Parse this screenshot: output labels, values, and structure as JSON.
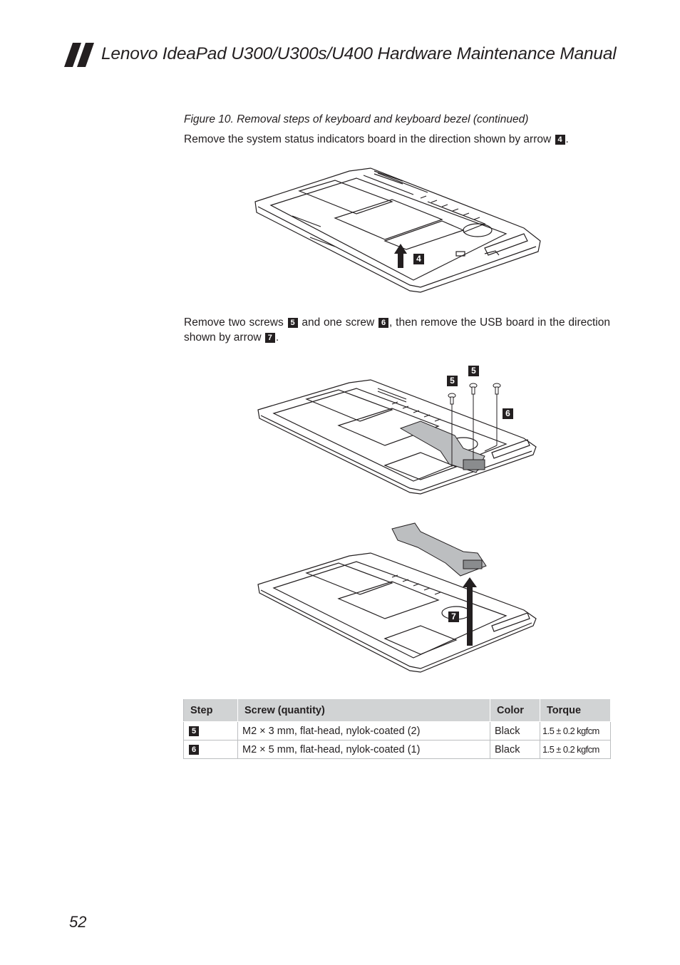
{
  "header": {
    "title": "Lenovo IdeaPad U300/U300s/U400 Hardware Maintenance Manual"
  },
  "caption": "Figure 10. Removal steps of keyboard and keyboard bezel (continued)",
  "step4": {
    "text_before": "Remove the system status indicators board in the direction shown by arrow ",
    "badge": "4",
    "text_after": "."
  },
  "step5to7": {
    "t1": "Remove two screws ",
    "b5": "5",
    "t2": " and one screw ",
    "b6": "6",
    "t3": ", then remove the USB board in the direction shown by arrow ",
    "b7": "7",
    "t4": "."
  },
  "figure_labels": {
    "fig1_arrow": "4",
    "fig2_screw_a": "5",
    "fig2_screw_b": "5",
    "fig2_screw_c": "6",
    "fig3_arrow": "7"
  },
  "table": {
    "headers": [
      "Step",
      "Screw (quantity)",
      "Color",
      "Torque"
    ],
    "rows": [
      {
        "step": "5",
        "screw": "M2 × 3 mm, flat-head, nylok-coated (2)",
        "color": "Black",
        "torque": "1.5 ± 0.2 kgfcm"
      },
      {
        "step": "6",
        "screw": "M2 × 5 mm, flat-head, nylok-coated (1)",
        "color": "Black",
        "torque": "1.5 ± 0.2 kgfcm"
      }
    ]
  },
  "page_number": "52"
}
